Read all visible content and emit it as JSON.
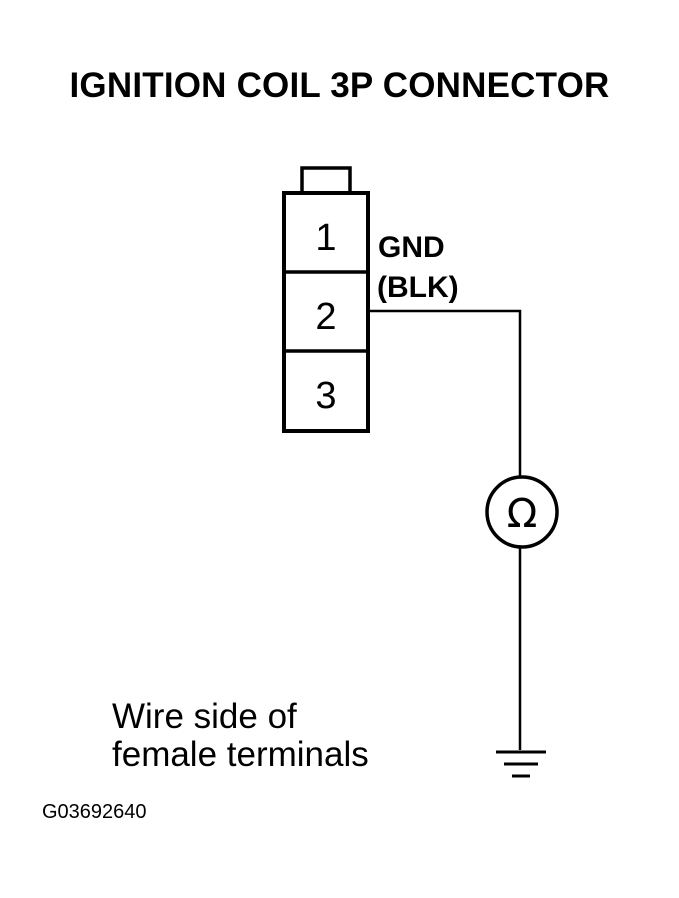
{
  "diagram": {
    "title": "IGNITION COIL 3P CONNECTOR",
    "connector": {
      "pins": [
        "1",
        "2",
        "3"
      ]
    },
    "wire": {
      "label_line1": "GND",
      "label_line2": "(BLK)"
    },
    "meter": {
      "symbol": "Ω",
      "icon": "ohmmeter-icon"
    },
    "ground_icon": "ground-symbol-icon",
    "note": {
      "line1": "Wire side of",
      "line2": "female terminals"
    },
    "figure_code": "G03692640"
  }
}
